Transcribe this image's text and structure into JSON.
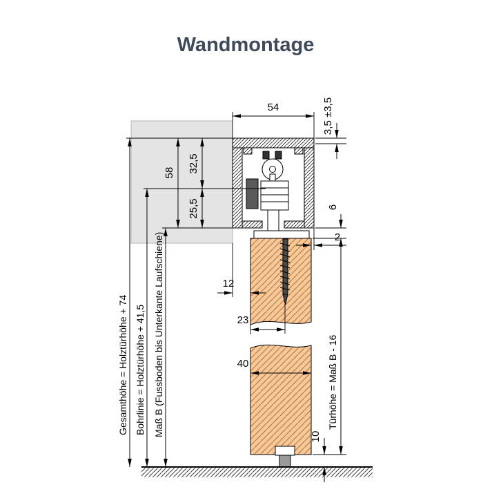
{
  "title": "Wandmontage",
  "annotations": {
    "gesamthoehe": "Gesamthöhe = Holztürhöhe + 74",
    "bohrlinie": "Bohrlinie = Holztürhöhe + 41,5",
    "mass_b": "Maß B (Fussboden bis Unterkante Laufschiene)",
    "tuerhoehe": "Türhöhe = Maß B - 16"
  },
  "dims": {
    "track_width": "54",
    "top_adjust": "3,5 ±3,5",
    "profile_height": "58",
    "upper_offset": "32,5",
    "lower_offset": "25,5",
    "top_gap": "6",
    "rear_offset": "2",
    "wall_clearance": "12",
    "screw_line": "23",
    "door_thickness": "40",
    "bottom_gap": "10"
  },
  "colors": {
    "title": "#3f4a5a",
    "wall": "#e4e4e4",
    "door_fill": "#f6c99c",
    "door_hatch": "#c07b3a"
  }
}
